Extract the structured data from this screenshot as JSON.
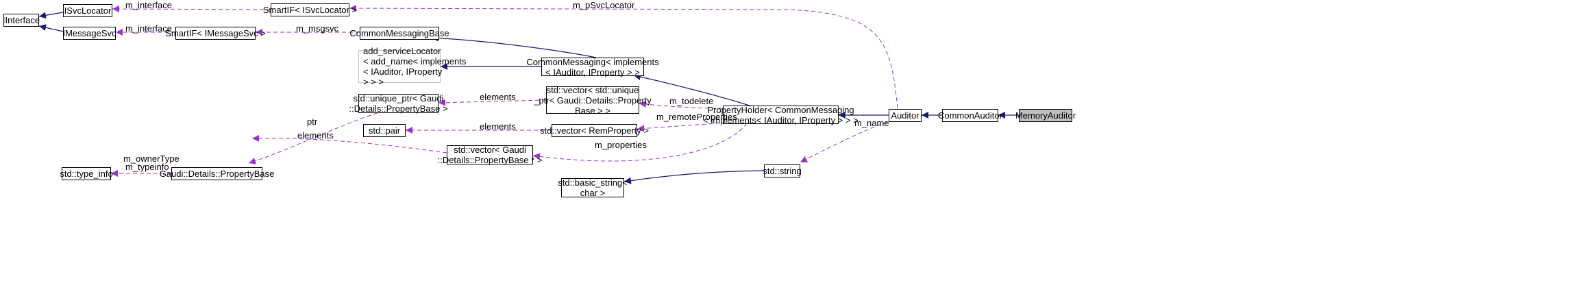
{
  "diagram": {
    "nodes": {
      "iinterface": "IInterface",
      "isvclocator": "ISvcLocator",
      "imessagesvc": "IMessageSvc",
      "smartif_isvclocator": "SmartIF< ISvcLocator >",
      "smartif_imessagesvc": "SmartIF< IMessageSvc >",
      "common_messaging_base": "CommonMessagingBase",
      "add_servicelocator": [
        "add_serviceLocator",
        "< add_name< implements",
        "< IAuditor, IProperty",
        "> > >"
      ],
      "common_messaging": [
        "CommonMessaging< implements",
        "< IAuditor, IProperty > >"
      ],
      "unique_ptr": [
        "std::unique_ptr< Gaudi",
        "::Details::PropertyBase >"
      ],
      "vector_unique": [
        "std::vector< std::unique",
        "_ptr< Gaudi::Details::Property",
        "Base > >"
      ],
      "type_info": "std::type_info",
      "property_base": "Gaudi::Details::PropertyBase",
      "pair": "std::pair",
      "vector_remproperty": "std::vector< RemProperty >",
      "property_holder": [
        "PropertyHolder< CommonMessaging",
        "< implements< IAuditor, IProperty > > >"
      ],
      "auditor": "Auditor",
      "common_auditor": "CommonAuditor",
      "memory_auditor": "MemoryAuditor",
      "vector_propertybase_ptr": [
        "std::vector< Gaudi",
        "::Details::PropertyBase * >"
      ],
      "string": "std::string",
      "basic_string": [
        "std::basic_string<",
        "char >"
      ]
    },
    "edge_labels": {
      "m_interface_1": "m_interface",
      "m_interface_2": "m_interface",
      "m_psvclocator": "m_pSvcLocator",
      "m_msgsvc": "m_msgsvc",
      "elements_1": "elements",
      "ptr": "ptr",
      "m_todelete": "m_todelete",
      "m_ownertype": "m_ownerType",
      "m_typeinfo": "m_typeinfo",
      "elements_2": "elements",
      "m_remoteproperties": "m_remoteProperties",
      "m_name": "m_name",
      "elements_3": "elements",
      "m_properties": "m_properties"
    },
    "colors": {
      "inheritance": "#191970",
      "usage": "#9a32cd",
      "node_border": "#000000",
      "template_border": "#bfbfbf",
      "selected_fill": "#bfbfbf"
    }
  }
}
